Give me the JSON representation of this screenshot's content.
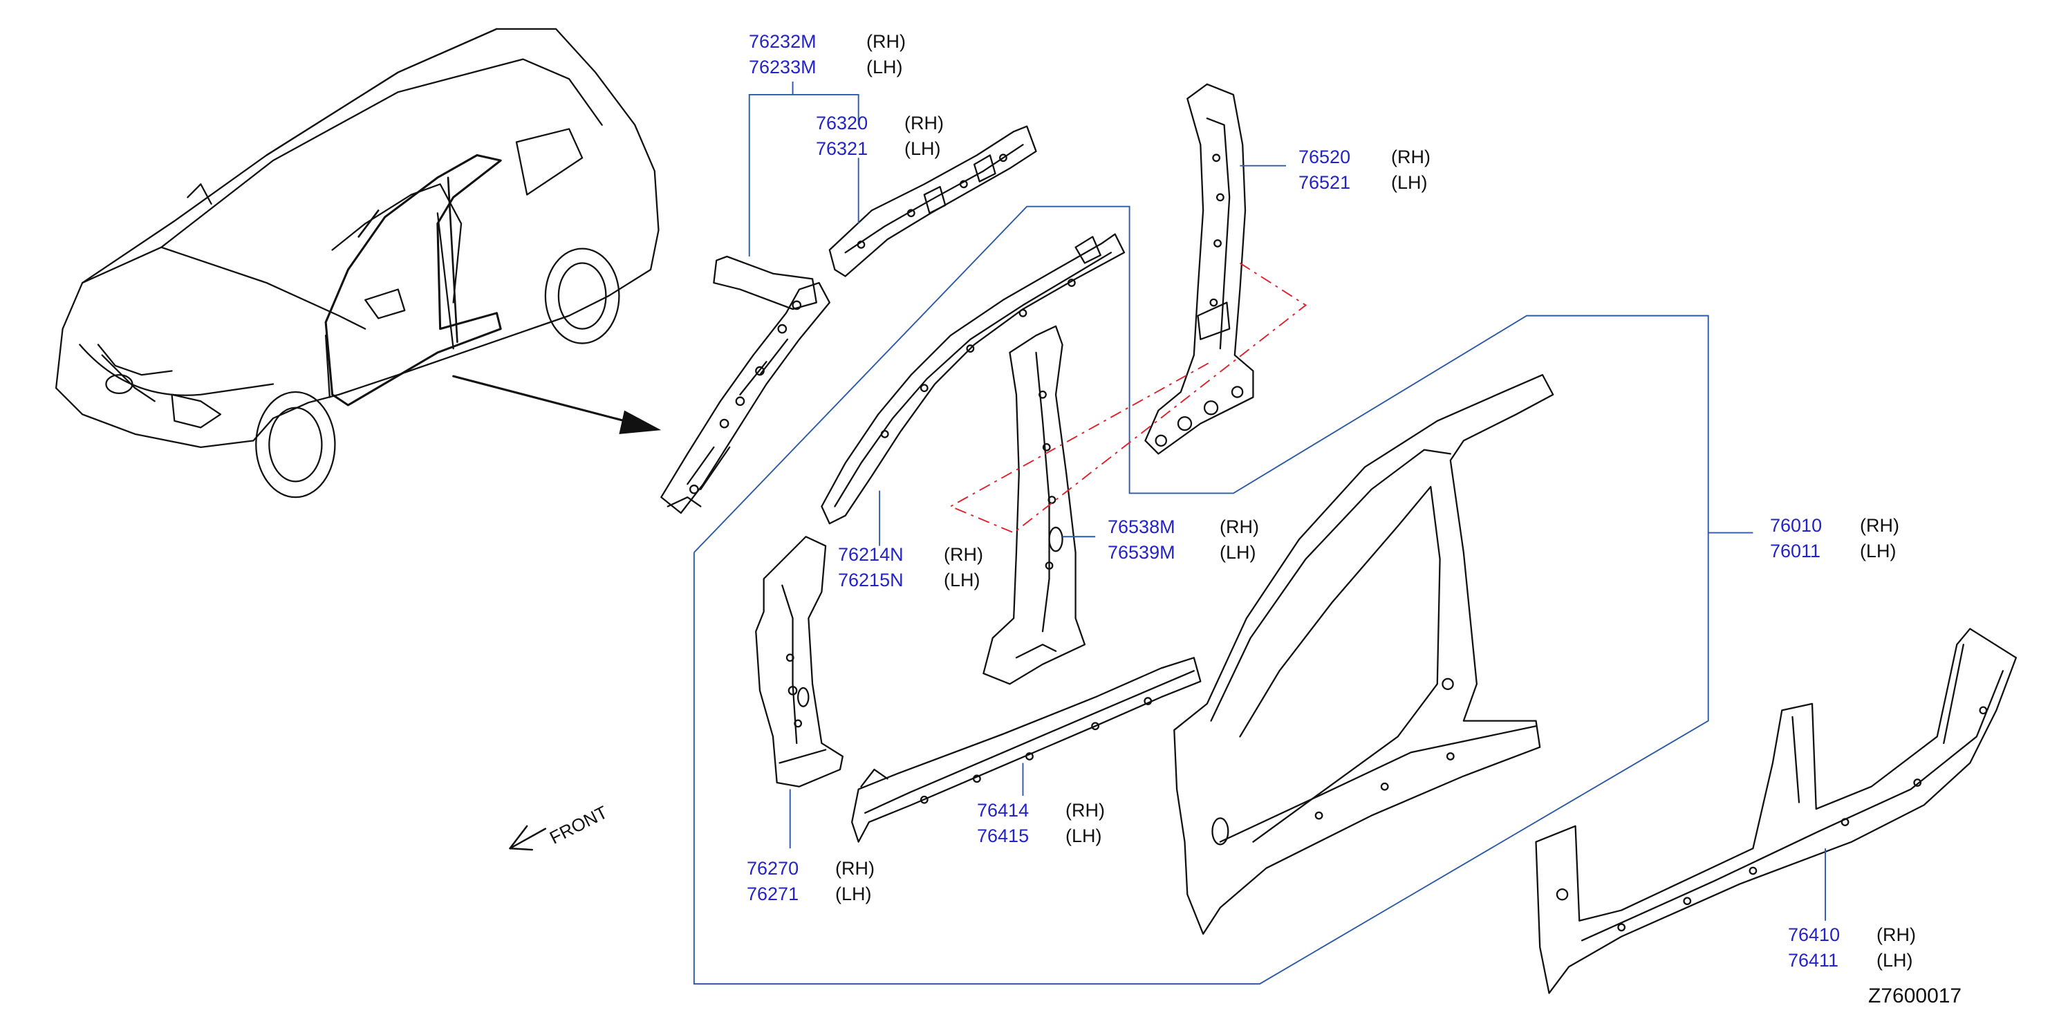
{
  "diagram_id": "Z7600017",
  "front_label": "FRONT",
  "colors": {
    "part_number": "#2323c8",
    "leader": "#2d5aa6",
    "dashed": "#e0202a",
    "ink": "#111111"
  },
  "callouts": [
    {
      "id": "roof-rail-front",
      "numbers": [
        "76232M",
        "76233M"
      ],
      "sides": [
        "(RH)",
        "(LH)"
      ]
    },
    {
      "id": "roof-rail-side",
      "numbers": [
        "76320",
        "76321"
      ],
      "sides": [
        "(RH)",
        "(LH)"
      ]
    },
    {
      "id": "center-pillar-upper",
      "numbers": [
        "76520",
        "76521"
      ],
      "sides": [
        "(RH)",
        "(LH)"
      ]
    },
    {
      "id": "front-pillar-reinf",
      "numbers": [
        "76214N",
        "76215N"
      ],
      "sides": [
        "(RH)",
        "(LH)"
      ]
    },
    {
      "id": "center-pillar-reinf",
      "numbers": [
        "76538M",
        "76539M"
      ],
      "sides": [
        "(RH)",
        "(LH)"
      ]
    },
    {
      "id": "body-side-outer",
      "numbers": [
        "76010",
        "76011"
      ],
      "sides": [
        "(RH)",
        "(LH)"
      ]
    },
    {
      "id": "front-pillar-lower",
      "numbers": [
        "76270",
        "76271"
      ],
      "sides": [
        "(RH)",
        "(LH)"
      ]
    },
    {
      "id": "sill-inner",
      "numbers": [
        "76414",
        "76415"
      ],
      "sides": [
        "(RH)",
        "(LH)"
      ]
    },
    {
      "id": "sill-outer",
      "numbers": [
        "76410",
        "76411"
      ],
      "sides": [
        "(RH)",
        "(LH)"
      ]
    }
  ]
}
